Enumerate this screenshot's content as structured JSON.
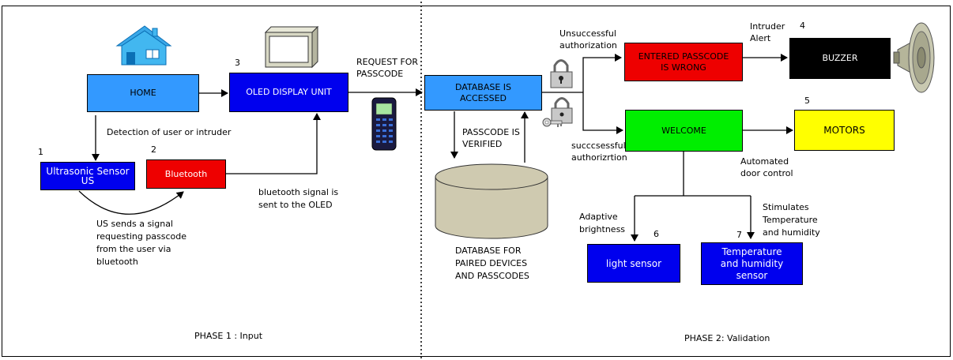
{
  "phases": {
    "phase1": "PHASE 1 : Input",
    "phase2": "PHASE 2: Validation"
  },
  "nodes": {
    "home": "HOME",
    "oled": "OLED DISPLAY UNIT",
    "ultrasonic": "Ultrasonic Sensor\nUS",
    "bluetooth": "Bluetooth",
    "database": "DATABASE IS\nACCESSED",
    "wrong": "ENTERED PASSCODE\nIS WRONG",
    "buzzer": "BUZZER",
    "welcome": "WELCOME",
    "motors": "MOTORS",
    "light": "light sensor",
    "temp": "Temperature\nand humidity\nsensor"
  },
  "numbers": {
    "n1": "1",
    "n2": "2",
    "n3": "3",
    "n4": "4",
    "n5": "5",
    "n6": "6",
    "n7": "7"
  },
  "labels": {
    "detection": "Detection of user or intruder",
    "us_signal": "US sends a signal\nrequesting passcode\nfrom the user via\nbluetooth",
    "bt_signal": "bluetooth signal is\nsent to the OLED",
    "request": "REQUEST FOR\nPASSCODE",
    "verified": "PASSCODE IS\nVERIFIED",
    "db_label": "DATABASE FOR\nPAIRED DEVICES\nAND PASSCODES",
    "unsuccessful": "Unsuccessful\nauthorization",
    "successful": "succcsessful\nauthorizrtion",
    "intruder": "Intruder\nAlert",
    "automated": "Automated\ndoor control",
    "adaptive": "Adaptive\nbrightness",
    "stimulates": "Stimulates\nTemperature\nand humidity"
  },
  "icons": [
    "house-icon",
    "monitor-icon",
    "phone-icon",
    "padlock-icon",
    "key-padlock-icon",
    "speaker-horn-icon",
    "database-cylinder-icon"
  ],
  "colors": {
    "home": "#3399ff",
    "oled": "#0000ee",
    "ultrasonic": "#0000ee",
    "bluetooth": "#ee0000",
    "database": "#3399ff",
    "wrong": "#ee0000",
    "buzzer": "#000000",
    "welcome": "#00ee00",
    "motors": "#ffff00",
    "light": "#0000ee",
    "temp": "#0000ee",
    "cylinder": "#cfcab0"
  }
}
